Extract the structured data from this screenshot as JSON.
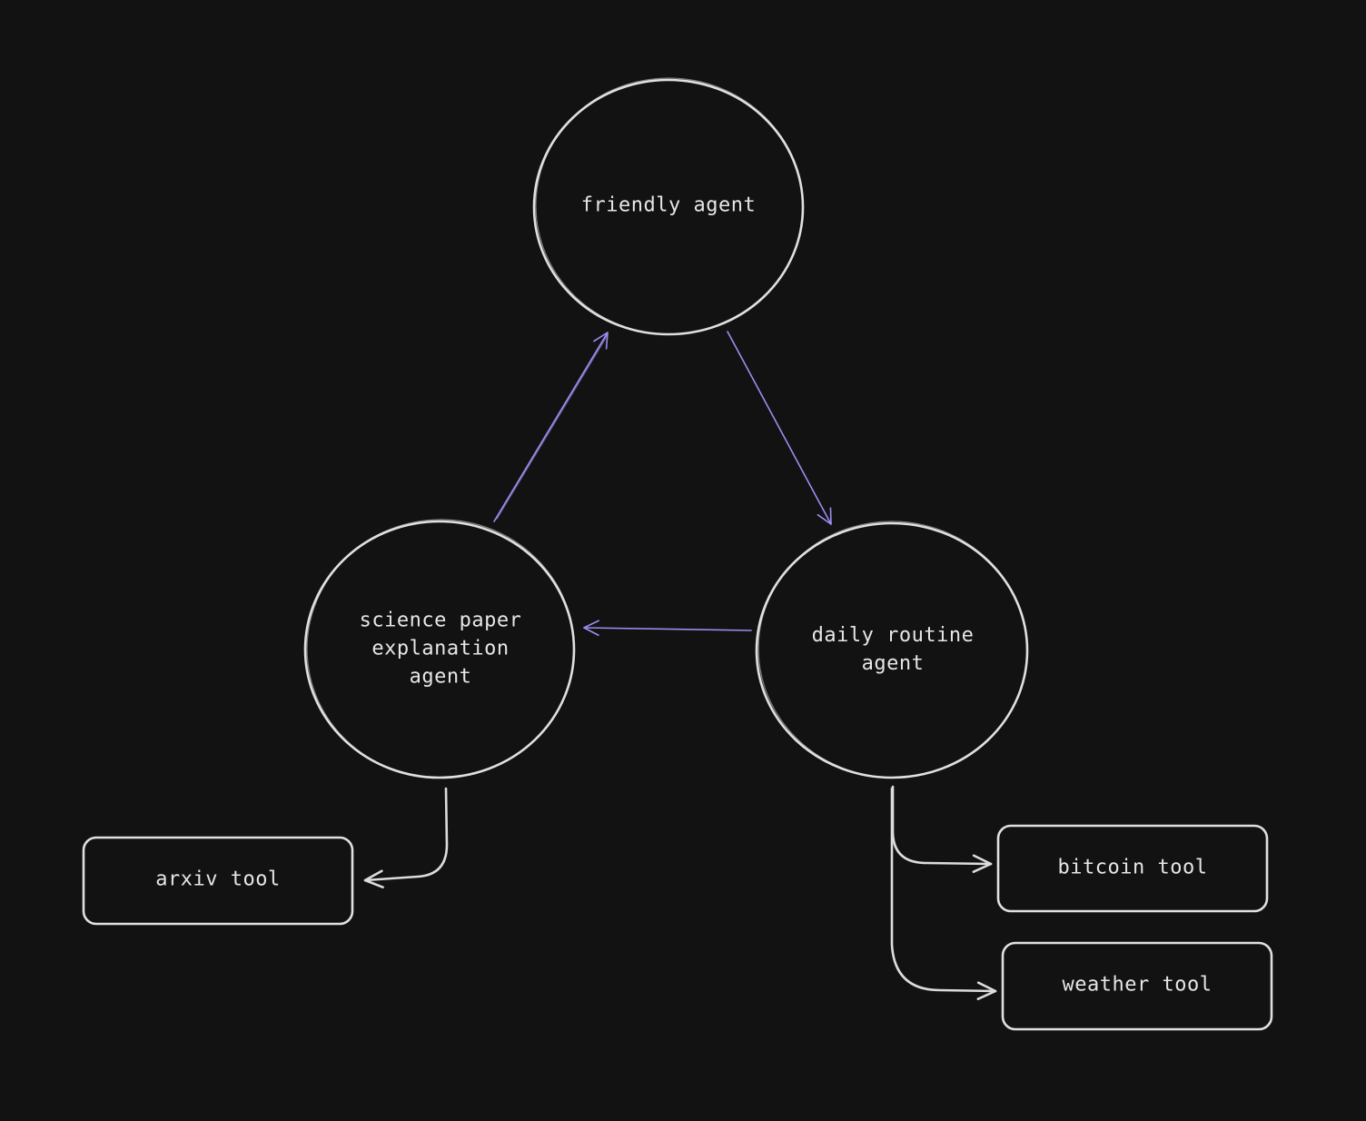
{
  "colors": {
    "background": "#121212",
    "node_stroke": "#e0e0e0",
    "agent_edge": "#a08cf0",
    "tool_edge": "#dcdcdc",
    "text": "#e6e6e6"
  },
  "nodes": {
    "friendly_agent": {
      "shape": "circle",
      "lines": [
        "friendly agent"
      ]
    },
    "science_agent": {
      "shape": "circle",
      "lines": [
        "science paper",
        "explanation",
        "agent"
      ]
    },
    "daily_agent": {
      "shape": "circle",
      "lines": [
        "daily routine",
        "agent"
      ]
    },
    "arxiv_tool": {
      "shape": "rounded-rectangle",
      "lines": [
        "arxiv tool"
      ]
    },
    "bitcoin_tool": {
      "shape": "rounded-rectangle",
      "lines": [
        "bitcoin tool"
      ]
    },
    "weather_tool": {
      "shape": "rounded-rectangle",
      "lines": [
        "weather tool"
      ]
    }
  },
  "edges": [
    {
      "from": "science_agent",
      "to": "friendly_agent",
      "style": "agent-handoff"
    },
    {
      "from": "friendly_agent",
      "to": "daily_agent",
      "style": "agent-handoff"
    },
    {
      "from": "daily_agent",
      "to": "science_agent",
      "style": "agent-handoff"
    },
    {
      "from": "science_agent",
      "to": "arxiv_tool",
      "style": "tool-call"
    },
    {
      "from": "daily_agent",
      "to": "bitcoin_tool",
      "style": "tool-call"
    },
    {
      "from": "daily_agent",
      "to": "weather_tool",
      "style": "tool-call"
    }
  ]
}
